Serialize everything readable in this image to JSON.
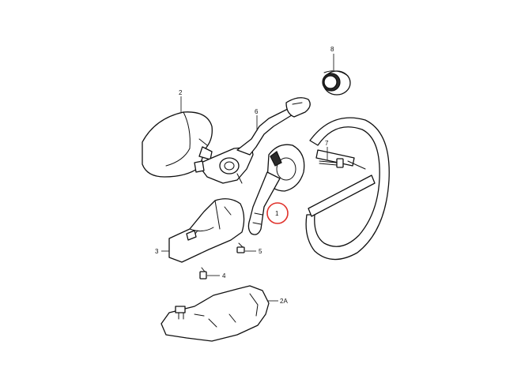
{
  "callouts": {
    "part_1": "1",
    "part_2": "2",
    "part_2a": "2A",
    "part_3": "3",
    "part_4": "4",
    "part_5": "5",
    "part_6": "6",
    "part_7": "7",
    "part_8": "8"
  },
  "colors": {
    "line": "#111111",
    "highlight_ring": "#e0312b",
    "background": "#ffffff"
  },
  "highlighted_part": "part_1"
}
